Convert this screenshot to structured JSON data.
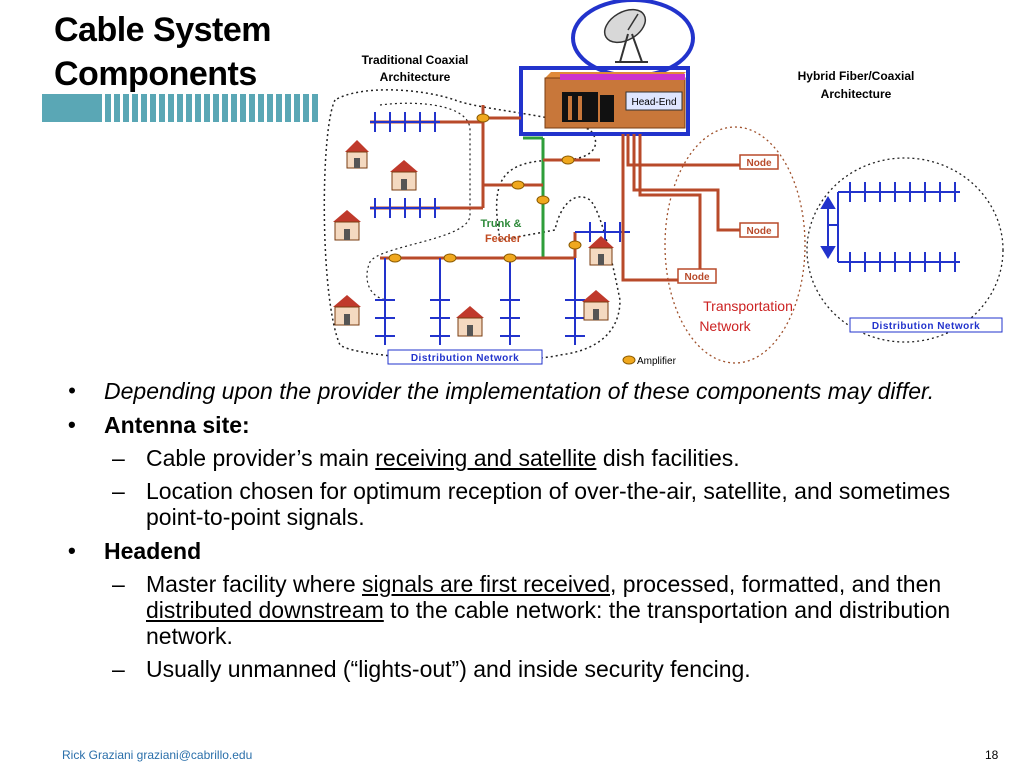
{
  "slide": {
    "title_line1": "Cable System",
    "title_line2": "Components",
    "page_number": "18",
    "footer": "Rick Graziani  graziani@cabrillo.edu"
  },
  "diagram": {
    "traditional_title_1": "Traditional Coaxial",
    "traditional_title_2": "Architecture",
    "hybrid_title_1": "Hybrid Fiber/Coaxial",
    "hybrid_title_2": "Architecture",
    "headend_label": "Head-End",
    "trunk_label_1": "Trunk &",
    "trunk_label_2": "Feeder",
    "node_label": "Node",
    "transport_label_1": "Transportation",
    "transport_label_2": "Network",
    "distribution_label": "Distribution Network",
    "amplifier_label": "Amplifier"
  },
  "bullets": {
    "b1": "Depending upon the provider the implementation of these components may differ.",
    "b2": "Antenna site:",
    "b2_s1_pre": "Cable provider’s main ",
    "b2_s1_u": "receiving and satellite",
    "b2_s1_post": " dish facilities.",
    "b2_s2": "Location chosen for optimum reception of over-the-air, satellite, and sometimes point-to-point signals.",
    "b3": "Headend",
    "b3_s1_pre": "Master facility where ",
    "b3_s1_u1": "signals are first received",
    "b3_s1_mid": ", processed, formatted, and then ",
    "b3_s1_u2": "distributed downstream",
    "b3_s1_post": " to the cable network: the transportation and distribution network.",
    "b3_s2": "Usually unmanned (“lights-out”) and inside security fencing.",
    "bullet_mark": "•",
    "dash_mark": "–"
  }
}
